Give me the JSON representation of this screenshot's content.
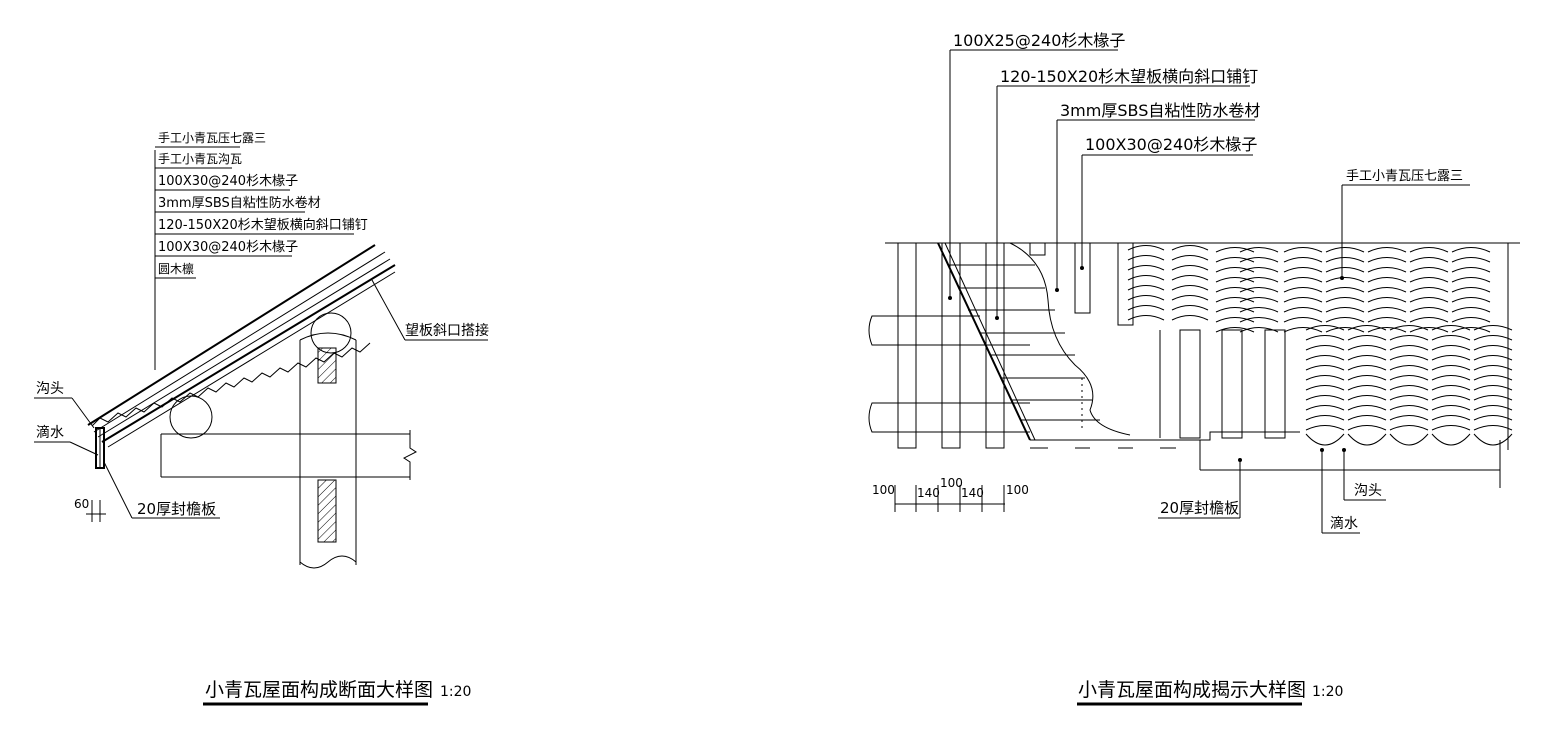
{
  "left": {
    "labels": [
      "手工小青瓦压七露三",
      "手工小青瓦沟瓦",
      "100X30@240杉木椽子",
      "3mm厚SBS自粘性防水卷材",
      "120-150X20杉木望板横向斜口铺钉",
      "100X30@240杉木椽子",
      "圆木檩"
    ],
    "right_label": "望板斜口搭接",
    "gouto": "沟头",
    "dishui": "滴水",
    "fengyan": "20厚封檐板",
    "dim60": "60",
    "title": "小青瓦屋面构成断面大样图",
    "scale": "1:20"
  },
  "right": {
    "labels": [
      "100X25@240杉木椽子",
      "120-150X20杉木望板横向斜口铺钉",
      "3mm厚SBS自粘性防水卷材",
      "100X30@240杉木椽子"
    ],
    "tile_label": "手工小青瓦压七露三",
    "fengyan": "20厚封檐板",
    "gouto": "沟头",
    "dishui": "滴水",
    "dims": [
      "100",
      "140",
      "100",
      "140",
      "100"
    ],
    "title": "小青瓦屋面构成揭示大样图",
    "scale": "1:20"
  }
}
